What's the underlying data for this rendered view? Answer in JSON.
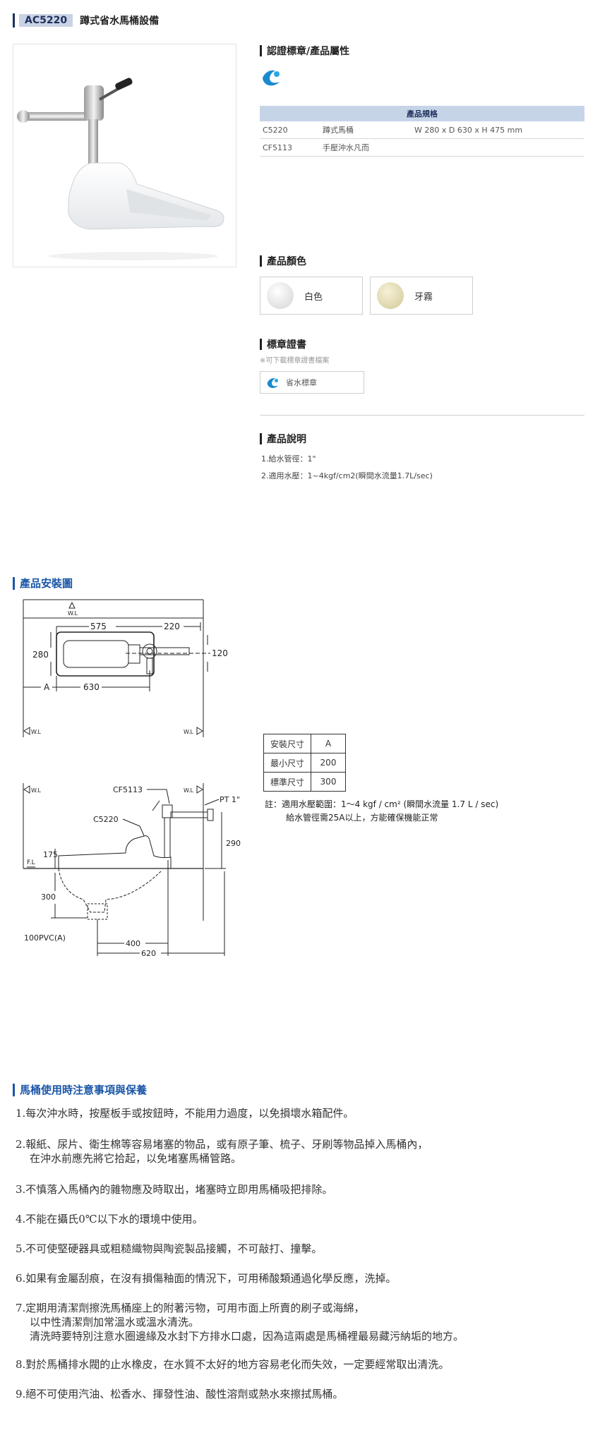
{
  "header": {
    "code": "AC5220",
    "name": "蹲式省水馬桶設備"
  },
  "cert_section": {
    "title": "認證標章/產品屬性"
  },
  "spec_table": {
    "title": "產品規格",
    "rows": [
      {
        "model": "C5220",
        "desc": "蹲式馬桶",
        "size": "W 280 x D 630 x H 475 mm"
      },
      {
        "model": "CF5113",
        "desc": "手壓沖水凡而",
        "size": ""
      }
    ]
  },
  "colors": {
    "title": "產品顏色",
    "items": [
      {
        "name": "白色",
        "swatch": "#f5f5f5"
      },
      {
        "name": "牙霧",
        "swatch": "#ede6c2"
      }
    ]
  },
  "certificates": {
    "title": "標章證書",
    "note": "※可下載標章證書檔案",
    "item": "省水標章"
  },
  "description": {
    "title": "產品說明",
    "lines": [
      "1.給水管徑：1\"",
      "2.適用水壓：1~4kgf/cm2(瞬間水流量1.7L/sec)"
    ]
  },
  "install": {
    "title": "產品安裝圖",
    "top_view": {
      "wl_top": "W.L",
      "dim_575": "575",
      "dim_220": "220",
      "dim_280": "280",
      "dim_120": "120",
      "dim_A": "A",
      "dim_630": "630",
      "wl_left": "W.L",
      "wl_right": "W.L"
    },
    "side_view": {
      "wl_left": "W.L",
      "wl_right": "W.L",
      "cf5113": "CF5113",
      "pt": "PT 1\"",
      "c5220": "C5220",
      "fl": "F.L",
      "dim_175": "175",
      "dim_290": "290",
      "dim_300": "300",
      "pvc": "100PVC(A)",
      "dim_400": "400",
      "dim_620": "620"
    },
    "req_table": {
      "headers": [
        "安裝尺寸",
        "A"
      ],
      "rows": [
        [
          "最小尺寸",
          "200"
        ],
        [
          "標準尺寸",
          "300"
        ]
      ]
    },
    "note_1": "註：適用水壓範圍：1～4 kgf / cm² (瞬間水流量 1.7 L / sec)",
    "note_2": "給水管徑需25A以上，方能確保機能正常"
  },
  "care": {
    "title": "馬桶使用時注意事項與保養",
    "items": [
      {
        "lines": [
          "1.每次沖水時，按壓板手或按鈕時，不能用力過度，以免損壞水箱配件。"
        ]
      },
      {
        "lines": [
          "2.報紙、尿片、衛生棉等容易堵塞的物品，或有原子筆、梳子、牙刷等物品掉入馬桶內，",
          "在沖水前應先將它拾起，以免堵塞馬桶管路。"
        ]
      },
      {
        "lines": [
          "3.不慎落入馬桶內的雜物應及時取出，堵塞時立即用馬桶吸把排除。"
        ]
      },
      {
        "lines": [
          "4.不能在攝氏0℃以下水的環境中使用。"
        ]
      },
      {
        "lines": [
          "5.不可使堅硬器具或粗糙織物與陶瓷製品接觸，不可敲打、撞擊。"
        ]
      },
      {
        "lines": [
          "6.如果有金屬刮痕，在沒有損傷釉面的情況下，可用稀酸類通過化學反應，洗掉。"
        ]
      },
      {
        "lines": [
          "7.定期用清潔劑擦洗馬桶座上的附著污物，可用市面上所賣的刷子或海綿，",
          "以中性清潔劑加常溫水或溫水清洗。",
          "清洗時要特別注意水圈邊緣及水封下方排水口處，因為這兩處是馬桶裡最易藏污納垢的地方。"
        ]
      },
      {
        "lines": [
          "8.對於馬桶排水閥的止水橡皮，在水質不太好的地方容易老化而失效，一定要經常取出清洗。"
        ]
      },
      {
        "lines": [
          "9.絕不可使用汽油、松香水、揮發性油、酸性溶劑或熱水來擦拭馬桶。"
        ]
      }
    ]
  }
}
